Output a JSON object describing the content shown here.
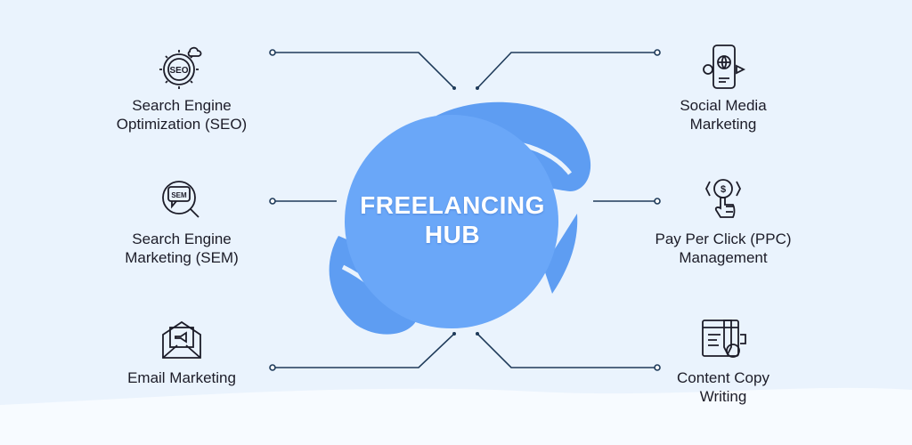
{
  "hub": {
    "title_line1": "FREELANCING",
    "title_line2": "HUB"
  },
  "services": {
    "seo": {
      "line1": "Search Engine",
      "line2": "Optimization (SEO)",
      "icon": "seo-gear-icon"
    },
    "sem": {
      "line1": "Search Engine",
      "line2": "Marketing (SEM)",
      "icon": "sem-magnifier-icon"
    },
    "email": {
      "line1": "Email Marketing",
      "line2": "",
      "icon": "email-envelope-icon"
    },
    "social": {
      "line1": "Social Media",
      "line2": "Marketing",
      "icon": "social-phone-icon"
    },
    "ppc": {
      "line1": "Pay Per Click (PPC)",
      "line2": "Management",
      "icon": "ppc-click-icon"
    },
    "content": {
      "line1": "Content Copy",
      "line2": "Writing",
      "icon": "content-writing-icon"
    }
  },
  "colors": {
    "background": "#eaf3fd",
    "hub_blue": "#6aa7f8",
    "leaf_blue": "#5e9df2",
    "line": "#1f3b5a"
  }
}
